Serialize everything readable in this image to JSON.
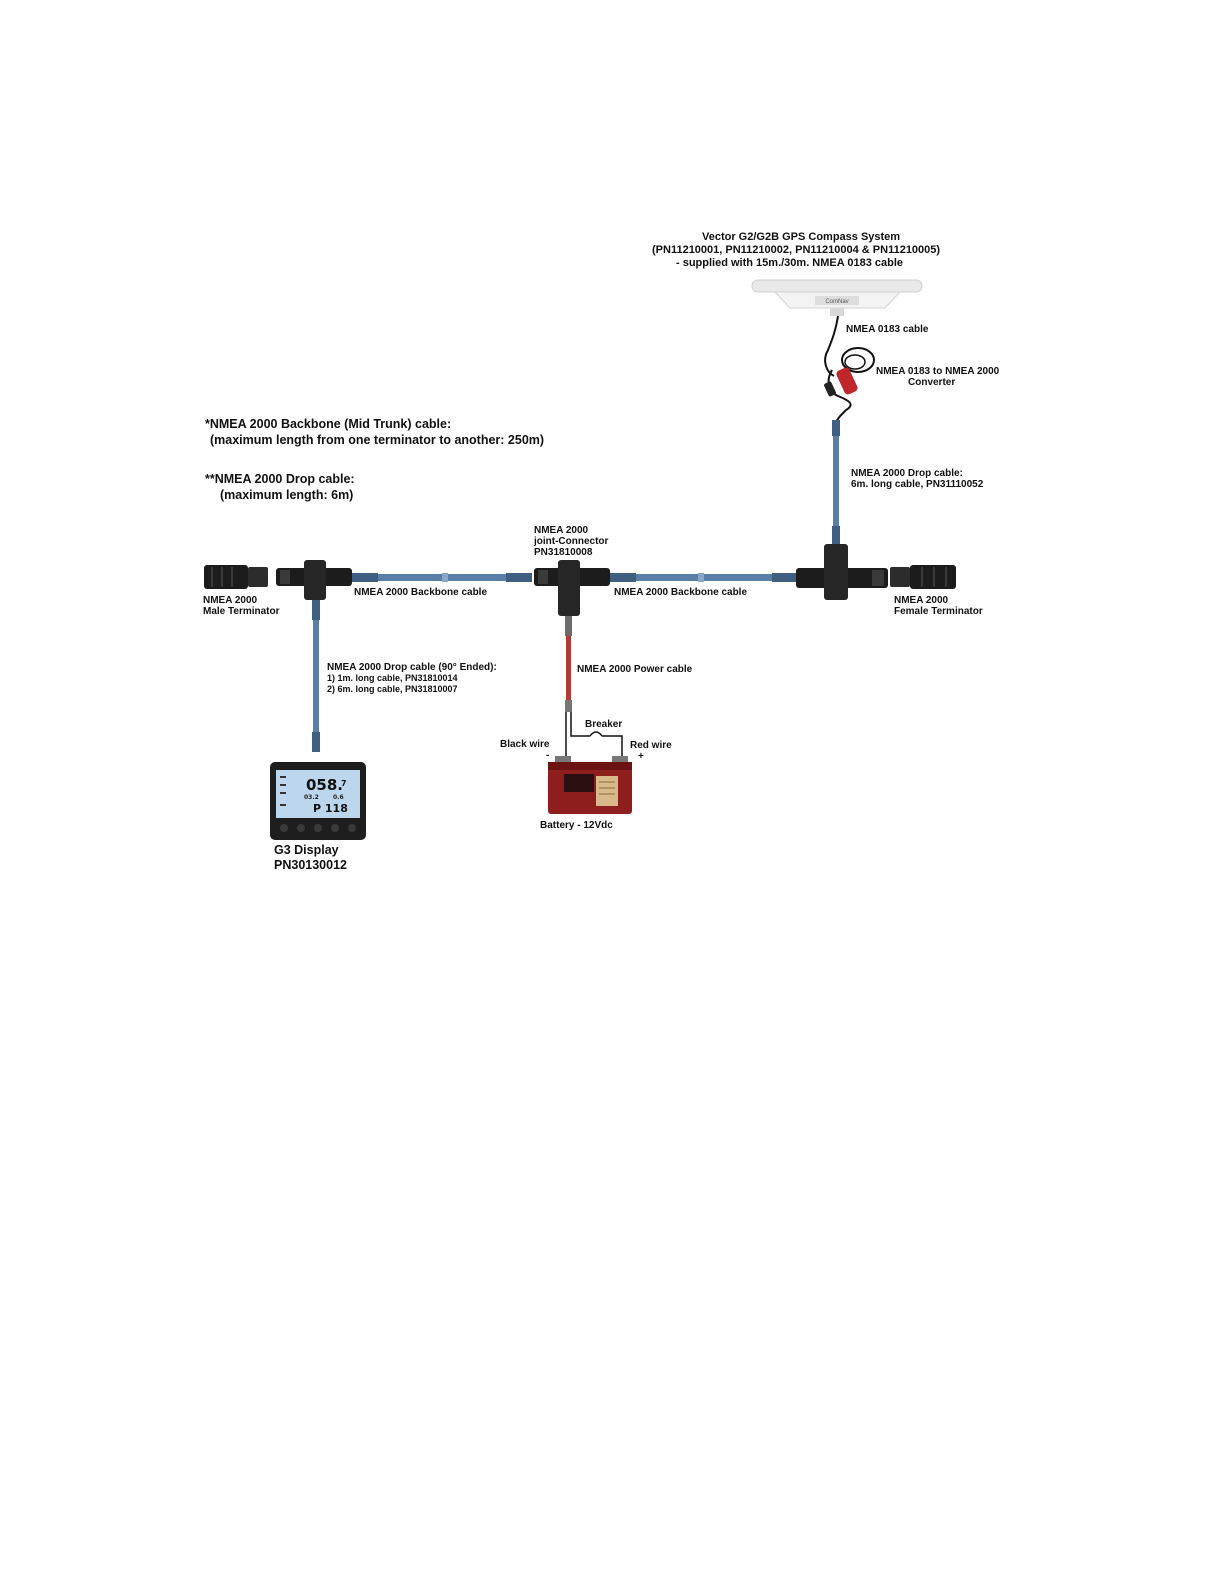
{
  "colors": {
    "cable": "#5a7fa6",
    "cable_light": "#86a7c7",
    "power_cable": "#b43a3a",
    "connector": "#1c1c1c",
    "battery": "#8e1e1e",
    "battery_label": "#d9b98a",
    "antenna": "#eeeeee",
    "screen": "#bcd6ee"
  },
  "vector": {
    "title": "Vector G2/G2B GPS Compass System",
    "part_numbers": "(PN11210001, PN11210002, PN11210004 & PN11210005)",
    "supplied": "- supplied with 15m./30m. NMEA 0183 cable",
    "brand": "ComNav"
  },
  "labels": {
    "nmea0183_cable": "NMEA 0183 cable",
    "converter_line1": "NMEA 0183 to NMEA 2000",
    "converter_line2": "Converter",
    "drop_right_line1": "NMEA 2000 Drop cable:",
    "drop_right_line2": "6m. long cable, PN31110052",
    "joint_line1": "NMEA 2000",
    "joint_line2": "joint-Connector",
    "joint_line3": "PN31810008",
    "male_term_line1": "NMEA 2000",
    "male_term_line2": "Male Terminator",
    "female_term_line1": "NMEA 2000",
    "female_term_line2": "Female Terminator",
    "backbone_left": "NMEA 2000 Backbone cable",
    "backbone_right": "NMEA 2000 Backbone cable",
    "drop_left_line1": "NMEA 2000 Drop cable (90° Ended):",
    "drop_left_line2": "1) 1m. long cable, PN31810014",
    "drop_left_line3": "2) 6m. long cable, PN31810007",
    "power_cable": "NMEA 2000 Power cable",
    "breaker": "Breaker",
    "black_wire": "Black wire",
    "black_sign": "-",
    "red_wire": "Red wire",
    "red_sign": "+",
    "battery": "Battery - 12Vdc",
    "display_line1": "G3 Display",
    "display_line2": "PN30130012"
  },
  "notes": {
    "backbone_title": "*NMEA 2000 Backbone (Mid Trunk) cable:",
    "backbone_detail": "(maximum length from one terminator to another: 250m)",
    "drop_title": "**NMEA 2000 Drop cable:",
    "drop_detail": "(maximum length: 6m)"
  },
  "display_screen": {
    "heading": "058.",
    "heading_decimal": "7",
    "small_left": "03.2",
    "small_right": "0.6",
    "pilot": "P 118"
  }
}
